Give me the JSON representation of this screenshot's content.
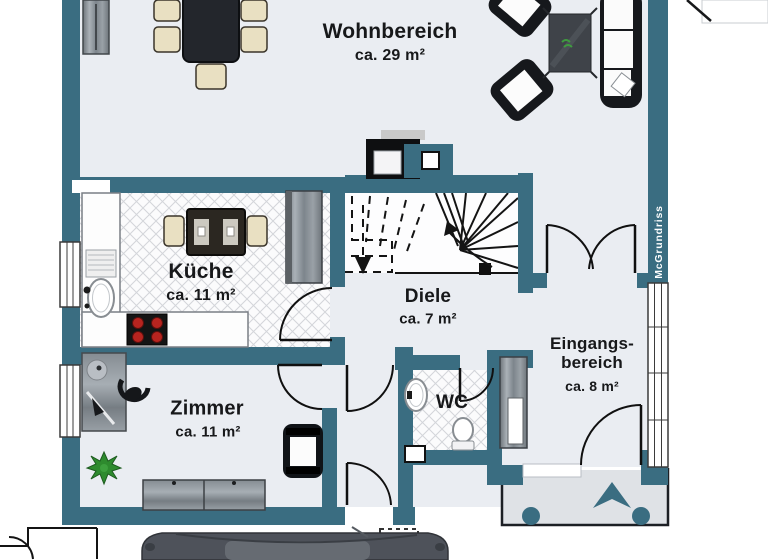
{
  "watermark": "McGrundriss",
  "colors": {
    "wall": "#3a6d81",
    "floor": "#eaedf2",
    "porch": "#dfe2e6",
    "tile-line": "#d3d5da",
    "burner-red": "#b8241f",
    "plant-green": "#2e8b2e",
    "car-gray": "#4e525a"
  },
  "rooms": {
    "wohnbereich": {
      "name": "Wohnbereich",
      "area": "ca. 29 m²"
    },
    "kueche": {
      "name": "Küche",
      "area": "ca. 11 m²"
    },
    "diele": {
      "name": "Diele",
      "area": "ca. 7 m²"
    },
    "zimmer": {
      "name": "Zimmer",
      "area": "ca. 11 m²"
    },
    "wc": {
      "name": "WC"
    },
    "eingangsbereich": {
      "line1": "Eingangs-",
      "line2": "bereich",
      "area": "ca. 8 m²"
    }
  }
}
